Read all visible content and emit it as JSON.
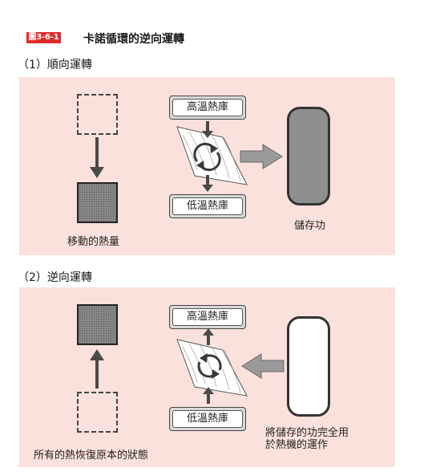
{
  "figure": {
    "tag": "圖3-6-1",
    "title": "卡諾循環的逆向運轉"
  },
  "sections": {
    "forward": {
      "title": "（1）順向運轉",
      "high_temp_label": "高溫熱庫",
      "low_temp_label": "低溫熱庫",
      "heat_caption": "移動的熱量",
      "work_caption": "儲存功"
    },
    "reverse": {
      "title": "（2）逆向運轉",
      "high_temp_label": "高溫熱庫",
      "low_temp_label": "低溫熱庫",
      "heat_caption": "所有的熱恢復原本的狀態",
      "work_caption_line1": "將儲存的功完全用",
      "work_caption_line2": "於熱機的運作"
    }
  },
  "colors": {
    "tag_red": "#e02c2c",
    "panel_pink": "#fbe1dc",
    "block_gray": "#8a8a8a",
    "arrow_dark": "#4a4a4a",
    "arrow_light": "#9a9a9a"
  },
  "icons": {
    "cycle": "cycle-arrows-icon",
    "engine": "engine-sheet-icon"
  }
}
